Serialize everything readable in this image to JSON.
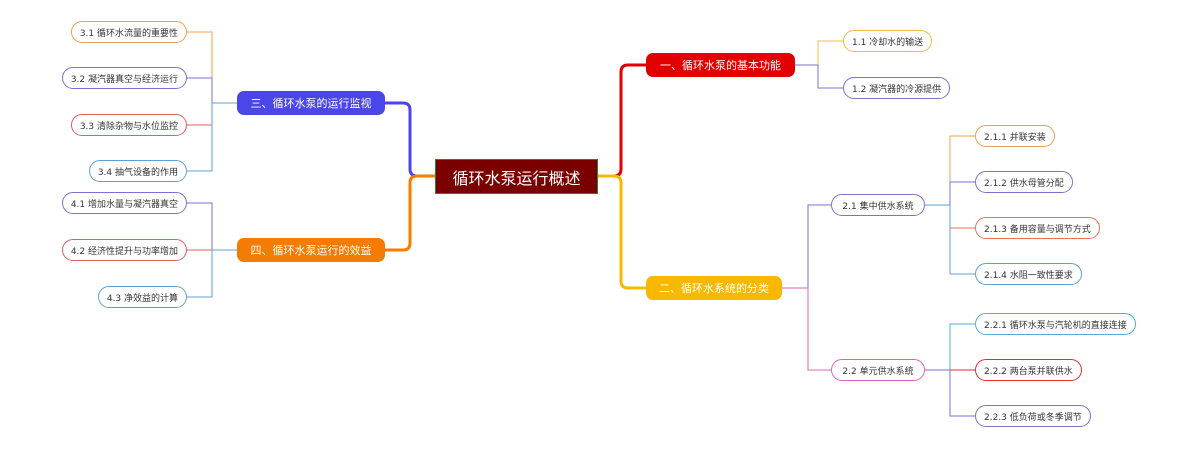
{
  "root": {
    "label": "循环水泵运行概述",
    "color": "#7a0000"
  },
  "branches": [
    {
      "label": "一、循环水泵的基本功能",
      "color": "#e00000",
      "children": [
        {
          "label": "1.1 冷却水的输送",
          "color": "#f0c040"
        },
        {
          "label": "1.2 凝汽器的冷源提供",
          "color": "#7e6fd6"
        }
      ]
    },
    {
      "label": "二、循环水系统的分类",
      "color": "#f8b800",
      "children": [
        {
          "label": "2.1 集中供水系统",
          "color": "#7e6fd6",
          "children": [
            {
              "label": "2.1.1 并联安装",
              "color": "#f0a050"
            },
            {
              "label": "2.1.2 供水母管分配",
              "color": "#7e6fd6"
            },
            {
              "label": "2.1.3 备用容量与调节方式",
              "color": "#f07050"
            },
            {
              "label": "2.1.4 水阻一致性要求",
              "color": "#60a0d0"
            }
          ]
        },
        {
          "label": "2.2 单元供水系统",
          "color": "#e060c0",
          "children": [
            {
              "label": "2.2.1 循环水泵与汽轮机的直接连接",
              "color": "#50b0d0"
            },
            {
              "label": "2.2.2 两台泵并联供水",
              "color": "#e03030"
            },
            {
              "label": "2.2.3 低负荷或冬季调节",
              "color": "#7e6fd6"
            }
          ]
        }
      ]
    },
    {
      "label": "三、循环水泵的运行监视",
      "color": "#4a46e8",
      "children": [
        {
          "label": "3.1 循环水流量的重要性",
          "color": "#f0a050"
        },
        {
          "label": "3.2 凝汽器真空与经济运行",
          "color": "#7e6fd6"
        },
        {
          "label": "3.3 清除杂物与水位监控",
          "color": "#e06060"
        },
        {
          "label": "3.4 抽气设备的作用",
          "color": "#60a0d0"
        }
      ]
    },
    {
      "label": "四、循环水泵运行的效益",
      "color": "#f57c00",
      "children": [
        {
          "label": "4.1 增加水量与凝汽器真空",
          "color": "#7e6fd6"
        },
        {
          "label": "4.2 经济性提升与功率增加",
          "color": "#e06060"
        },
        {
          "label": "4.3 净效益的计算",
          "color": "#60a0d0"
        }
      ]
    }
  ]
}
